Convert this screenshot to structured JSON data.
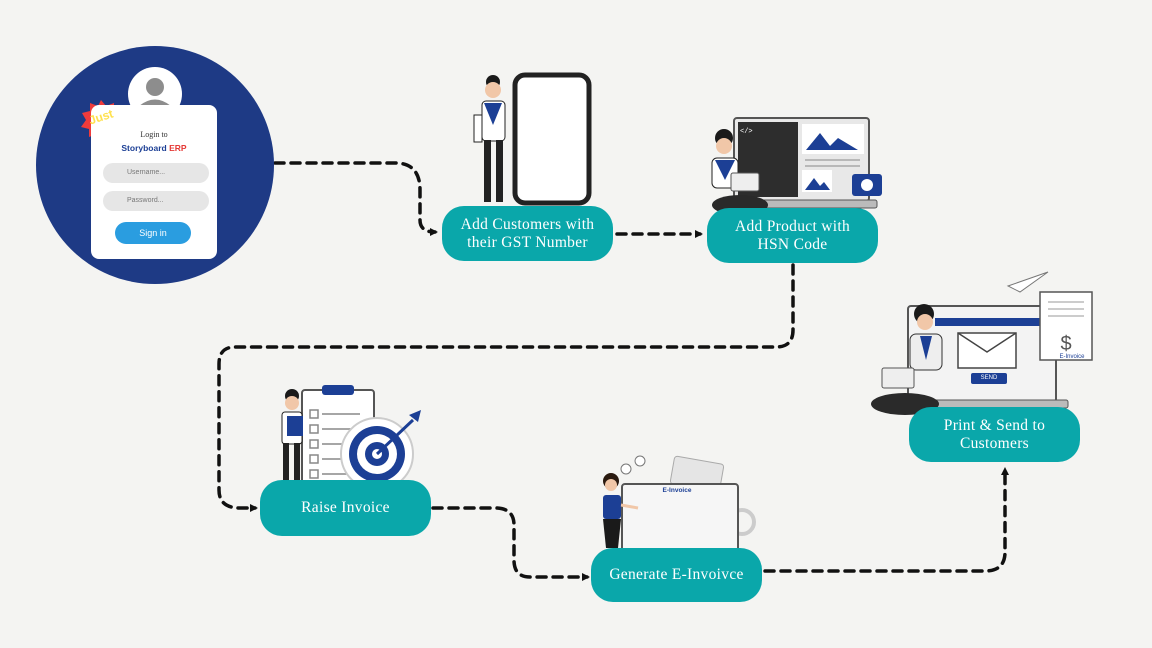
{
  "login": {
    "badge": "Just",
    "title": "Login to",
    "brand_main": "Storyboard",
    "brand_accent": "ERP",
    "username_placeholder": "Username...",
    "password_placeholder": "Password...",
    "signin_label": "Sign in"
  },
  "steps": [
    {
      "label_line1": "Add Customers with",
      "label_line2": "their GST Number"
    },
    {
      "label_line1": "Add Product with",
      "label_line2": "HSN Code"
    },
    {
      "label_line1": "Raise Invoice",
      "label_line2": ""
    },
    {
      "label_line1": "Generate E-Invoivce",
      "label_line2": ""
    },
    {
      "label_line1": "Print & Send to",
      "label_line2": "Customers"
    }
  ],
  "illustrations": {
    "einvoice_screen_title": "E-Invoice",
    "send_button": "SEND",
    "receipt_label": "E-Invoice",
    "code_tag": "</>"
  },
  "colors": {
    "teal": "#0aa7aa",
    "navy": "#1c3f95",
    "circle": "#1e3a85",
    "background": "#f4f4f2"
  }
}
